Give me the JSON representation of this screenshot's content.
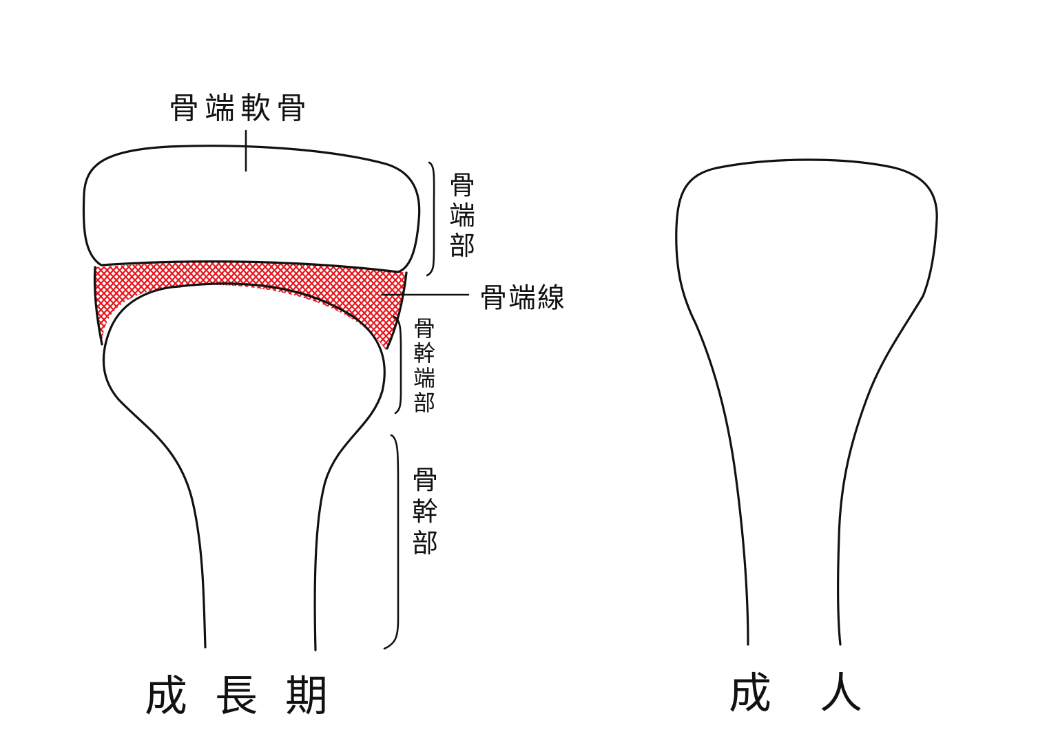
{
  "labels": {
    "epiphyseal_cartilage": "骨端軟骨",
    "epiphysis": "骨端部",
    "epiphyseal_line": "骨端線",
    "metaphysis": "骨幹端部",
    "diaphysis": "骨幹部"
  },
  "captions": {
    "growth_period": "成長期",
    "adult": "成人"
  },
  "colors": {
    "line": "#111111",
    "growth_plate_hatch": "#e8141c",
    "background": "#ffffff"
  }
}
